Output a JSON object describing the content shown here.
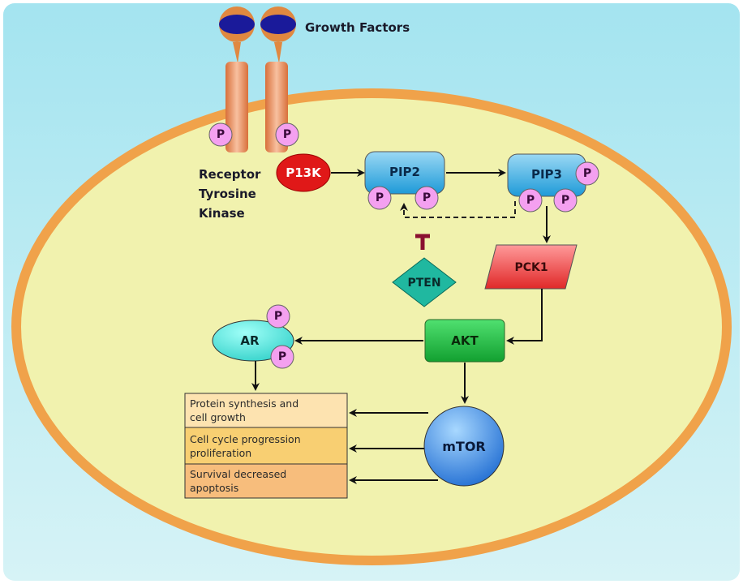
{
  "labels": {
    "growth_factors": "Growth Factors",
    "receptor": [
      "Receptor",
      "Tyrosine",
      "Kinase"
    ],
    "p13k": "P13K",
    "pip2": "PIP2",
    "pip3": "PIP3",
    "pten": "PTEN",
    "pck1": "PCK1",
    "akt": "AKT",
    "ar": "AR",
    "mtor": "mTOR",
    "phospho": "P"
  },
  "outcomes": [
    {
      "line1": "Protein synthesis and",
      "line2": "cell growth",
      "color": "#fde3b0"
    },
    {
      "line1": "Cell cycle progression",
      "line2": "proliferation",
      "color": "#f8cf72"
    },
    {
      "line1": "Survival decreased",
      "line2": "apoptosis",
      "color": "#f7bd7c"
    }
  ],
  "colors": {
    "background": "#a9e6f0",
    "cell_fill": "#f1f2ae",
    "membrane": "#f0a24a",
    "p13k": "#e01818",
    "pip": "#3aa8e0",
    "pten": "#20b8a0",
    "pck1": "#f04848",
    "akt": "#22c040",
    "ar": "#48e0d8",
    "mtor": "#2e7fe0",
    "phospho": "#f4a0f0",
    "inhibitor": "#8a1030"
  }
}
